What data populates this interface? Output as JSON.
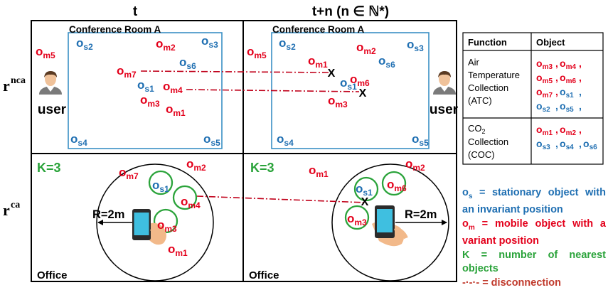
{
  "headers": {
    "t": "t",
    "tn": "t+n (n ∈ ℕ*)"
  },
  "row_labels": {
    "nca": "nca",
    "ca": "ca",
    "r": "r"
  },
  "rooms": {
    "conference": "Conference Room A",
    "office": "Office"
  },
  "user_label": "user",
  "k_label": "K=3",
  "radius_label": "R=2m",
  "cross_mark": "X",
  "objects": {
    "top_left": [
      {
        "id": "m5",
        "kind": "m"
      },
      {
        "id": "s2",
        "kind": "s"
      },
      {
        "id": "m2",
        "kind": "m"
      },
      {
        "id": "s3",
        "kind": "s"
      },
      {
        "id": "s6",
        "kind": "s"
      },
      {
        "id": "m7",
        "kind": "m"
      },
      {
        "id": "s1",
        "kind": "s"
      },
      {
        "id": "m4",
        "kind": "m"
      },
      {
        "id": "m3",
        "kind": "m"
      },
      {
        "id": "m1",
        "kind": "m"
      },
      {
        "id": "s4",
        "kind": "s"
      },
      {
        "id": "s5",
        "kind": "s"
      }
    ],
    "top_right": [
      {
        "id": "m5",
        "kind": "m"
      },
      {
        "id": "s2",
        "kind": "s"
      },
      {
        "id": "m2",
        "kind": "m"
      },
      {
        "id": "s3",
        "kind": "s"
      },
      {
        "id": "m1",
        "kind": "m"
      },
      {
        "id": "s6",
        "kind": "s"
      },
      {
        "id": "m6",
        "kind": "m"
      },
      {
        "id": "s1",
        "kind": "s"
      },
      {
        "id": "m3",
        "kind": "m"
      },
      {
        "id": "s4",
        "kind": "s"
      },
      {
        "id": "s5",
        "kind": "s"
      }
    ],
    "bottom_left": [
      {
        "id": "m2",
        "kind": "m"
      },
      {
        "id": "m7",
        "kind": "m"
      },
      {
        "id": "s1",
        "kind": "s"
      },
      {
        "id": "m4",
        "kind": "m"
      },
      {
        "id": "m3",
        "kind": "m"
      },
      {
        "id": "m1",
        "kind": "m"
      }
    ],
    "bottom_right": [
      {
        "id": "m1",
        "kind": "m"
      },
      {
        "id": "m2",
        "kind": "m"
      },
      {
        "id": "s1",
        "kind": "s"
      },
      {
        "id": "m6",
        "kind": "m"
      },
      {
        "id": "m3",
        "kind": "m"
      }
    ]
  },
  "table": {
    "headers": [
      "Function",
      "Object"
    ],
    "rows": [
      {
        "function_lines": [
          "Air",
          "Temperature",
          "Collection",
          "(ATC)"
        ],
        "objects": [
          [
            {
              "id": "m3",
              "kind": "m"
            },
            {
              "id": "m4",
              "kind": "m"
            }
          ],
          [
            {
              "id": "m5",
              "kind": "m"
            },
            {
              "id": "m6",
              "kind": "m"
            }
          ],
          [
            {
              "id": "m7",
              "kind": "m"
            },
            {
              "id": "s1",
              "kind": "s"
            }
          ],
          [
            {
              "id": "s2",
              "kind": "s"
            },
            {
              "id": "s5",
              "kind": "s"
            }
          ]
        ]
      },
      {
        "function_lines": [
          "CO2",
          "Collection",
          "(COC)"
        ],
        "objects": [
          [
            {
              "id": "m1",
              "kind": "m"
            },
            {
              "id": "m2",
              "kind": "m"
            }
          ],
          [
            {
              "id": "s3",
              "kind": "s"
            },
            {
              "id": "s4",
              "kind": "s"
            },
            {
              "id": "s6",
              "kind": "s"
            }
          ]
        ]
      }
    ]
  },
  "legend": {
    "stationary": "oₛ = stationary object with an invariant position",
    "mobile": "oₘ = mobile object with a variant position",
    "k": "K = number of nearest objects",
    "disconnection": "= disconnection"
  },
  "colors": {
    "mobile": "#e3001b",
    "stationary": "#1f6fb2",
    "k_circle": "#2aa33a",
    "room_border": "#3a8fc4",
    "disconnection_line": "#c0001a",
    "disconnection_text": "#c0392b"
  }
}
